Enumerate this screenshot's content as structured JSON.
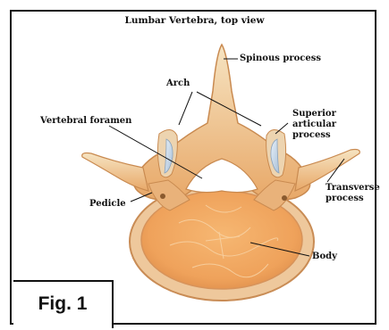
{
  "figure": {
    "title": "Lumbar Vertebra, top view",
    "badge": "Fig. 1",
    "labels": {
      "spinous_process": "Spinous process",
      "arch": "Arch",
      "superior_articular_1": "Superior",
      "superior_articular_2": "articular",
      "superior_articular_3": "process",
      "vertebral_foramen": "Vertebral foramen",
      "transverse_1": "Transverse",
      "transverse_2": "process",
      "pedicle": "Pedicle",
      "body": "Body"
    }
  }
}
